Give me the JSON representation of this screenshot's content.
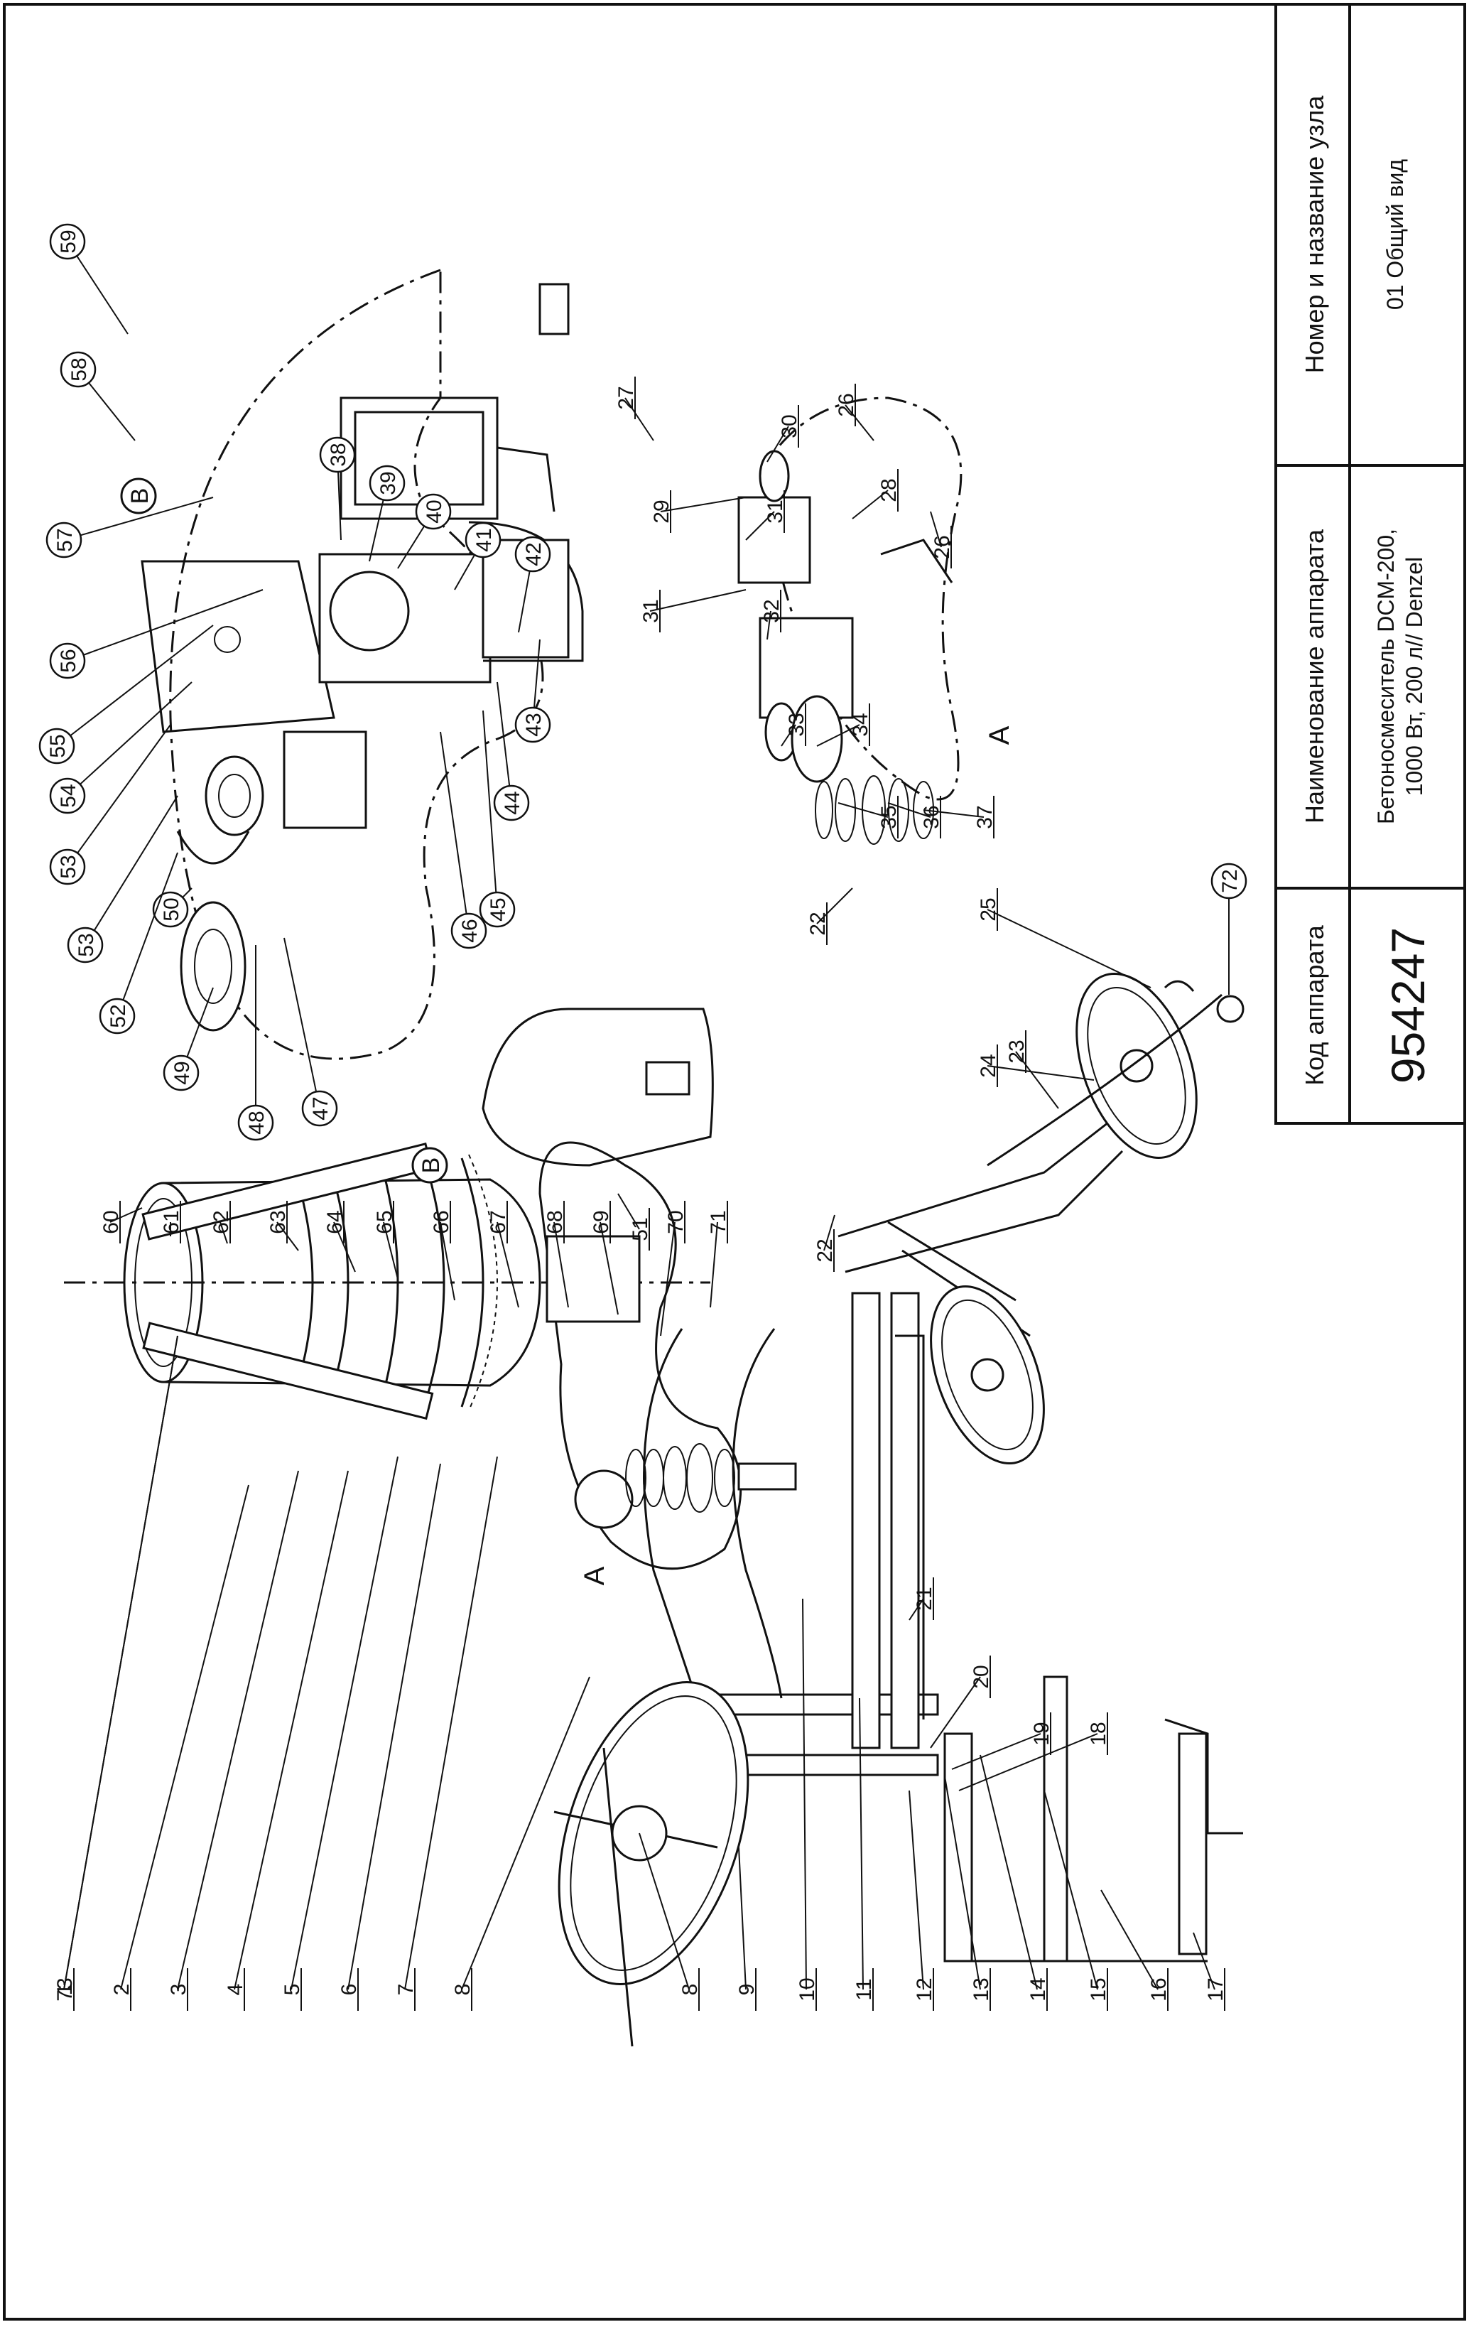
{
  "title_block": {
    "code_header": "Код аппарата",
    "code_value": "954247",
    "name_header": "Наименование аппарата",
    "name_line1": "Бетоносмеситель DCM-200,",
    "name_line2": "1000 Вт, 200 л// Denzel",
    "node_header": "Номер и название узла",
    "node_value": "01 Общий вид"
  },
  "view_labels": {
    "A": "A",
    "B": "B"
  },
  "callouts": [
    "1",
    "2",
    "3",
    "4",
    "5",
    "6",
    "7",
    "8",
    "8",
    "9",
    "10",
    "11",
    "12",
    "13",
    "14",
    "15",
    "16",
    "17",
    "18",
    "19",
    "20",
    "21",
    "22",
    "22",
    "23",
    "24",
    "25",
    "26",
    "26",
    "27",
    "28",
    "29",
    "30",
    "31",
    "31",
    "32",
    "33",
    "34",
    "35",
    "36",
    "37",
    "38",
    "39",
    "40",
    "41",
    "42",
    "43",
    "44",
    "45",
    "46",
    "47",
    "48",
    "49",
    "50",
    "51",
    "52",
    "53",
    "53",
    "54",
    "55",
    "56",
    "57",
    "58",
    "59",
    "60",
    "61",
    "62",
    "63",
    "64",
    "65",
    "66",
    "67",
    "68",
    "69",
    "70",
    "71",
    "72",
    "73"
  ]
}
